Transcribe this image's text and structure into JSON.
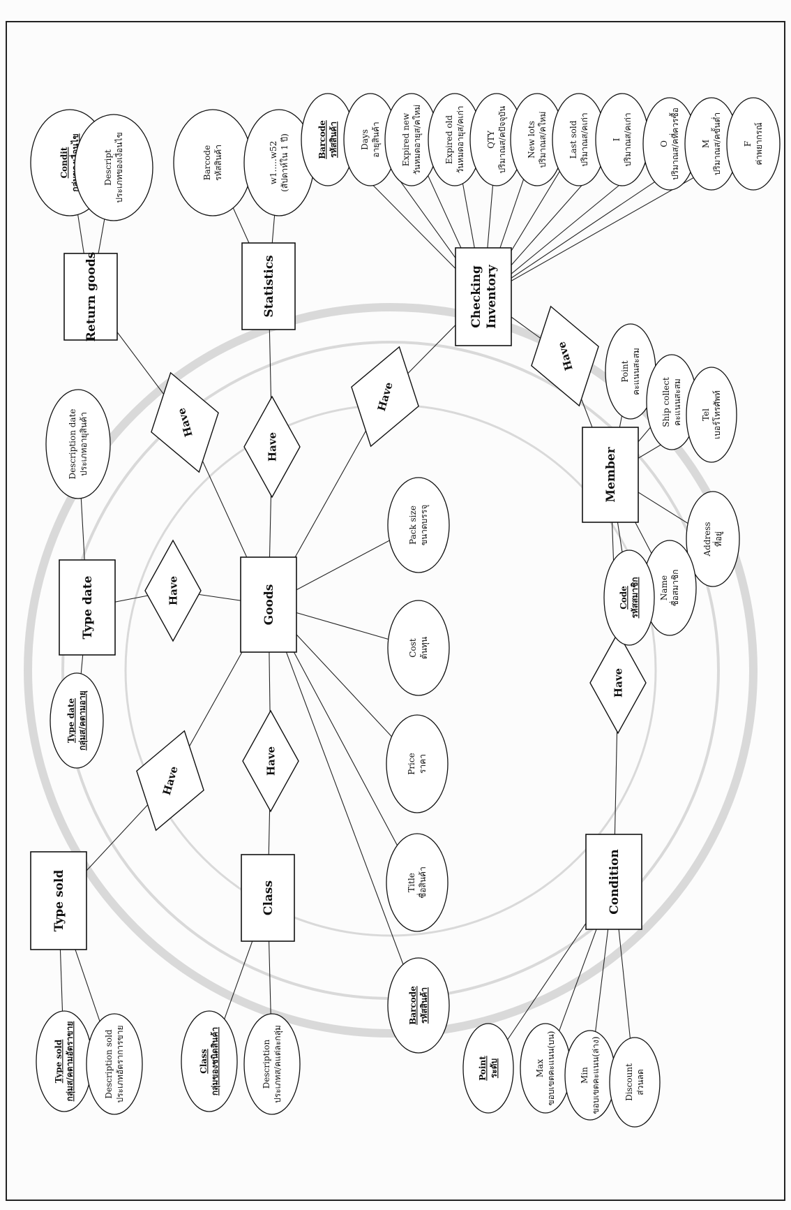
{
  "diagram": {
    "entities": {
      "return_goods": "Return goods",
      "statistics": "Statistics",
      "checking_inventory": [
        "Checking",
        "Inventory"
      ],
      "type_date": "Type date",
      "goods": "Goods",
      "member": "Member",
      "type_sold": "Type sold",
      "class": "Class",
      "condition": "Condition"
    },
    "relationships": {
      "have_return": "Have",
      "have_statistics": "Have",
      "have_inventory": "Have",
      "have_member_inventory": "Have",
      "have_type_date": "Have",
      "have_type_sold": "Have",
      "have_class": "Have",
      "have_member_condition": "Have"
    },
    "attributes": {
      "return_goods": [
        {
          "en": "Condit",
          "th": "กลุ่มของเงื่อนไข",
          "key": true
        },
        {
          "en": "Descript",
          "th": "ประเภทของเงื่อนไข",
          "key": false
        }
      ],
      "statistics": [
        {
          "en": "Barcode",
          "th": "รหัสสินค้า",
          "key": false
        },
        {
          "en": "w1.....w52",
          "th": "(สัปดาห์ใน 1 ปี)",
          "key": false
        }
      ],
      "checking_inventory": [
        {
          "en": "Barcode",
          "th": "รหัสสินค้า",
          "key": true
        },
        {
          "en": "Days",
          "th": "อายุสินค้า",
          "key": false
        },
        {
          "en": "Expired new",
          "th": "วันหมดอายุส/คใหม่",
          "key": false
        },
        {
          "en": "Expired old",
          "th": "วันหมดอายุส/คเก่า",
          "key": false
        },
        {
          "en": "QTY",
          "th": "ปริมาณส/คปัจจุบัน",
          "key": false
        },
        {
          "en": "New lots",
          "th": "ปริมาณส/คใหม่",
          "key": false
        },
        {
          "en": "Last sold",
          "th": "ปริมาณส/คเก่า",
          "key": false
        },
        {
          "en": "I",
          "th": "ปริมาณส/คเก่า",
          "key": false
        },
        {
          "en": "O",
          "th": "ปริมาณส/คที่ควรซื้อ",
          "key": false
        },
        {
          "en": "M",
          "th": "ปริมาณส/คขั้นต่ำ",
          "key": false
        },
        {
          "en": "F",
          "th": "ค่าพยากรณ์",
          "key": false
        }
      ],
      "type_date": [
        {
          "en": "Description date",
          "th": "ประเภทอายุสินค้า",
          "key": false
        },
        {
          "en": "Type date",
          "th": "กลุ่มส/คตามอายุ",
          "key": true
        }
      ],
      "goods": [
        {
          "en": "Pack size",
          "th": "ขนาดบรรจุ",
          "key": false
        },
        {
          "en": "Cost",
          "th": "ต้นทุน",
          "key": false
        },
        {
          "en": "Price",
          "th": "ราคา",
          "key": false
        },
        {
          "en": "Title",
          "th": "ชื่อสินค้า",
          "key": false
        },
        {
          "en": "Barcode",
          "th": "รหัสสินค้า",
          "key": true
        }
      ],
      "member": [
        {
          "en": "Point",
          "th": "คะแนนสะสม",
          "key": false
        },
        {
          "en": "Ship collect",
          "th": "คะแนนสะสม",
          "key": false
        },
        {
          "en": "Tel",
          "th": "เบอร์โทรศัพท์",
          "key": false
        },
        {
          "en": "Address",
          "th": "ที่อยู่",
          "key": false
        },
        {
          "en": "Name",
          "th": "ชื่อสมาชิก",
          "key": false
        },
        {
          "en": "Code",
          "th": "รหัสสมาชิก",
          "key": true
        }
      ],
      "type_sold": [
        {
          "en": "Type sold",
          "th": "กลุ่มส/คตามอัตราขาย",
          "key": true
        },
        {
          "en": "Description sold",
          "th": "ประเภทอัตราการขาย",
          "key": false
        }
      ],
      "class": [
        {
          "en": "Class",
          "th": "กลุ่มของชนิดสินค้า",
          "key": true
        },
        {
          "en": "Description",
          "th": "ประเภทส/คแต่ละกลุ่ม",
          "key": false
        }
      ],
      "condition": [
        {
          "en": "Point",
          "th": "ระดับ",
          "key": true
        },
        {
          "en": "Max",
          "th": "ขอบเขตคะแนน(บน)",
          "key": false
        },
        {
          "en": "Min",
          "th": "ขอบเขตคะแนน(ล่าง)",
          "key": false
        },
        {
          "en": "Discount",
          "th": "ส่วนลด",
          "key": false
        }
      ]
    }
  }
}
